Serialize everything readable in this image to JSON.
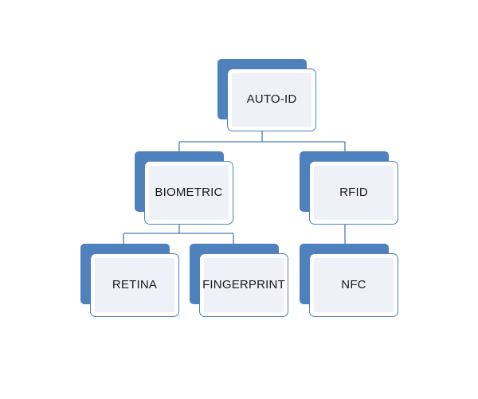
{
  "diagram": {
    "type": "hierarchy",
    "accent_color": "#4f81bd",
    "box_fill": "#eef2f8",
    "nodes": {
      "root": {
        "label": "AUTO-ID"
      },
      "biometric": {
        "label": "BIOMETRIC"
      },
      "rfid": {
        "label": "RFID"
      },
      "retina": {
        "label": "RETINA"
      },
      "fingerprint": {
        "label": "FINGERPRINT"
      },
      "nfc": {
        "label": "NFC"
      }
    },
    "edges": [
      [
        "AUTO-ID",
        "BIOMETRIC"
      ],
      [
        "AUTO-ID",
        "RFID"
      ],
      [
        "BIOMETRIC",
        "RETINA"
      ],
      [
        "BIOMETRIC",
        "FINGERPRINT"
      ],
      [
        "RFID",
        "NFC"
      ]
    ]
  }
}
